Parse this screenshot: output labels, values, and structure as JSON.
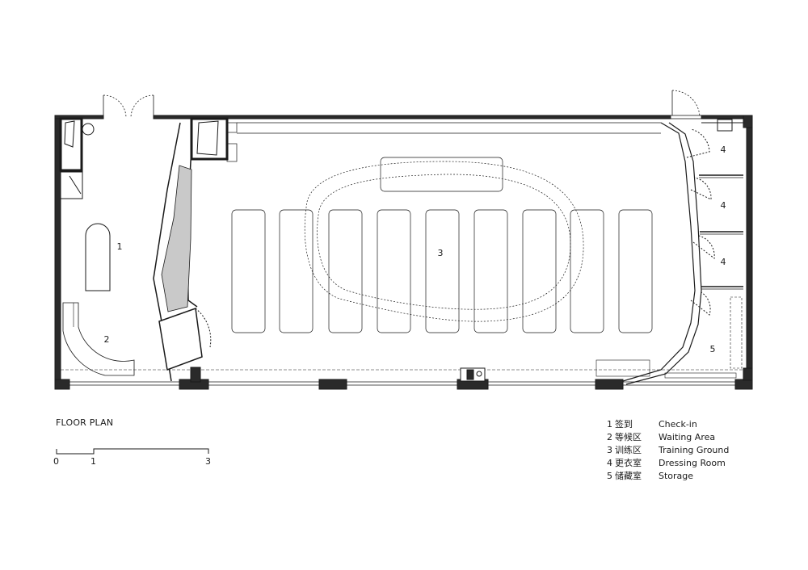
{
  "caption": "FLOOR PLAN",
  "scale_bar": {
    "labels": [
      "0",
      "1",
      "3"
    ]
  },
  "rooms": [
    {
      "num": "1",
      "zh": "签到",
      "en": "Check-in"
    },
    {
      "num": "2",
      "zh": "等候区",
      "en": "Waiting Area"
    },
    {
      "num": "3",
      "zh": "训练区",
      "en": "Training Ground"
    },
    {
      "num": "4",
      "zh": "更衣室",
      "en": "Dressing Room"
    },
    {
      "num": "5",
      "zh": "储藏室",
      "en": "Storage"
    }
  ],
  "plan_labels": {
    "checkin": "1",
    "waiting": "2",
    "training": "3",
    "dressing_a": "4",
    "dressing_b": "4",
    "dressing_c": "4",
    "storage": "5"
  }
}
